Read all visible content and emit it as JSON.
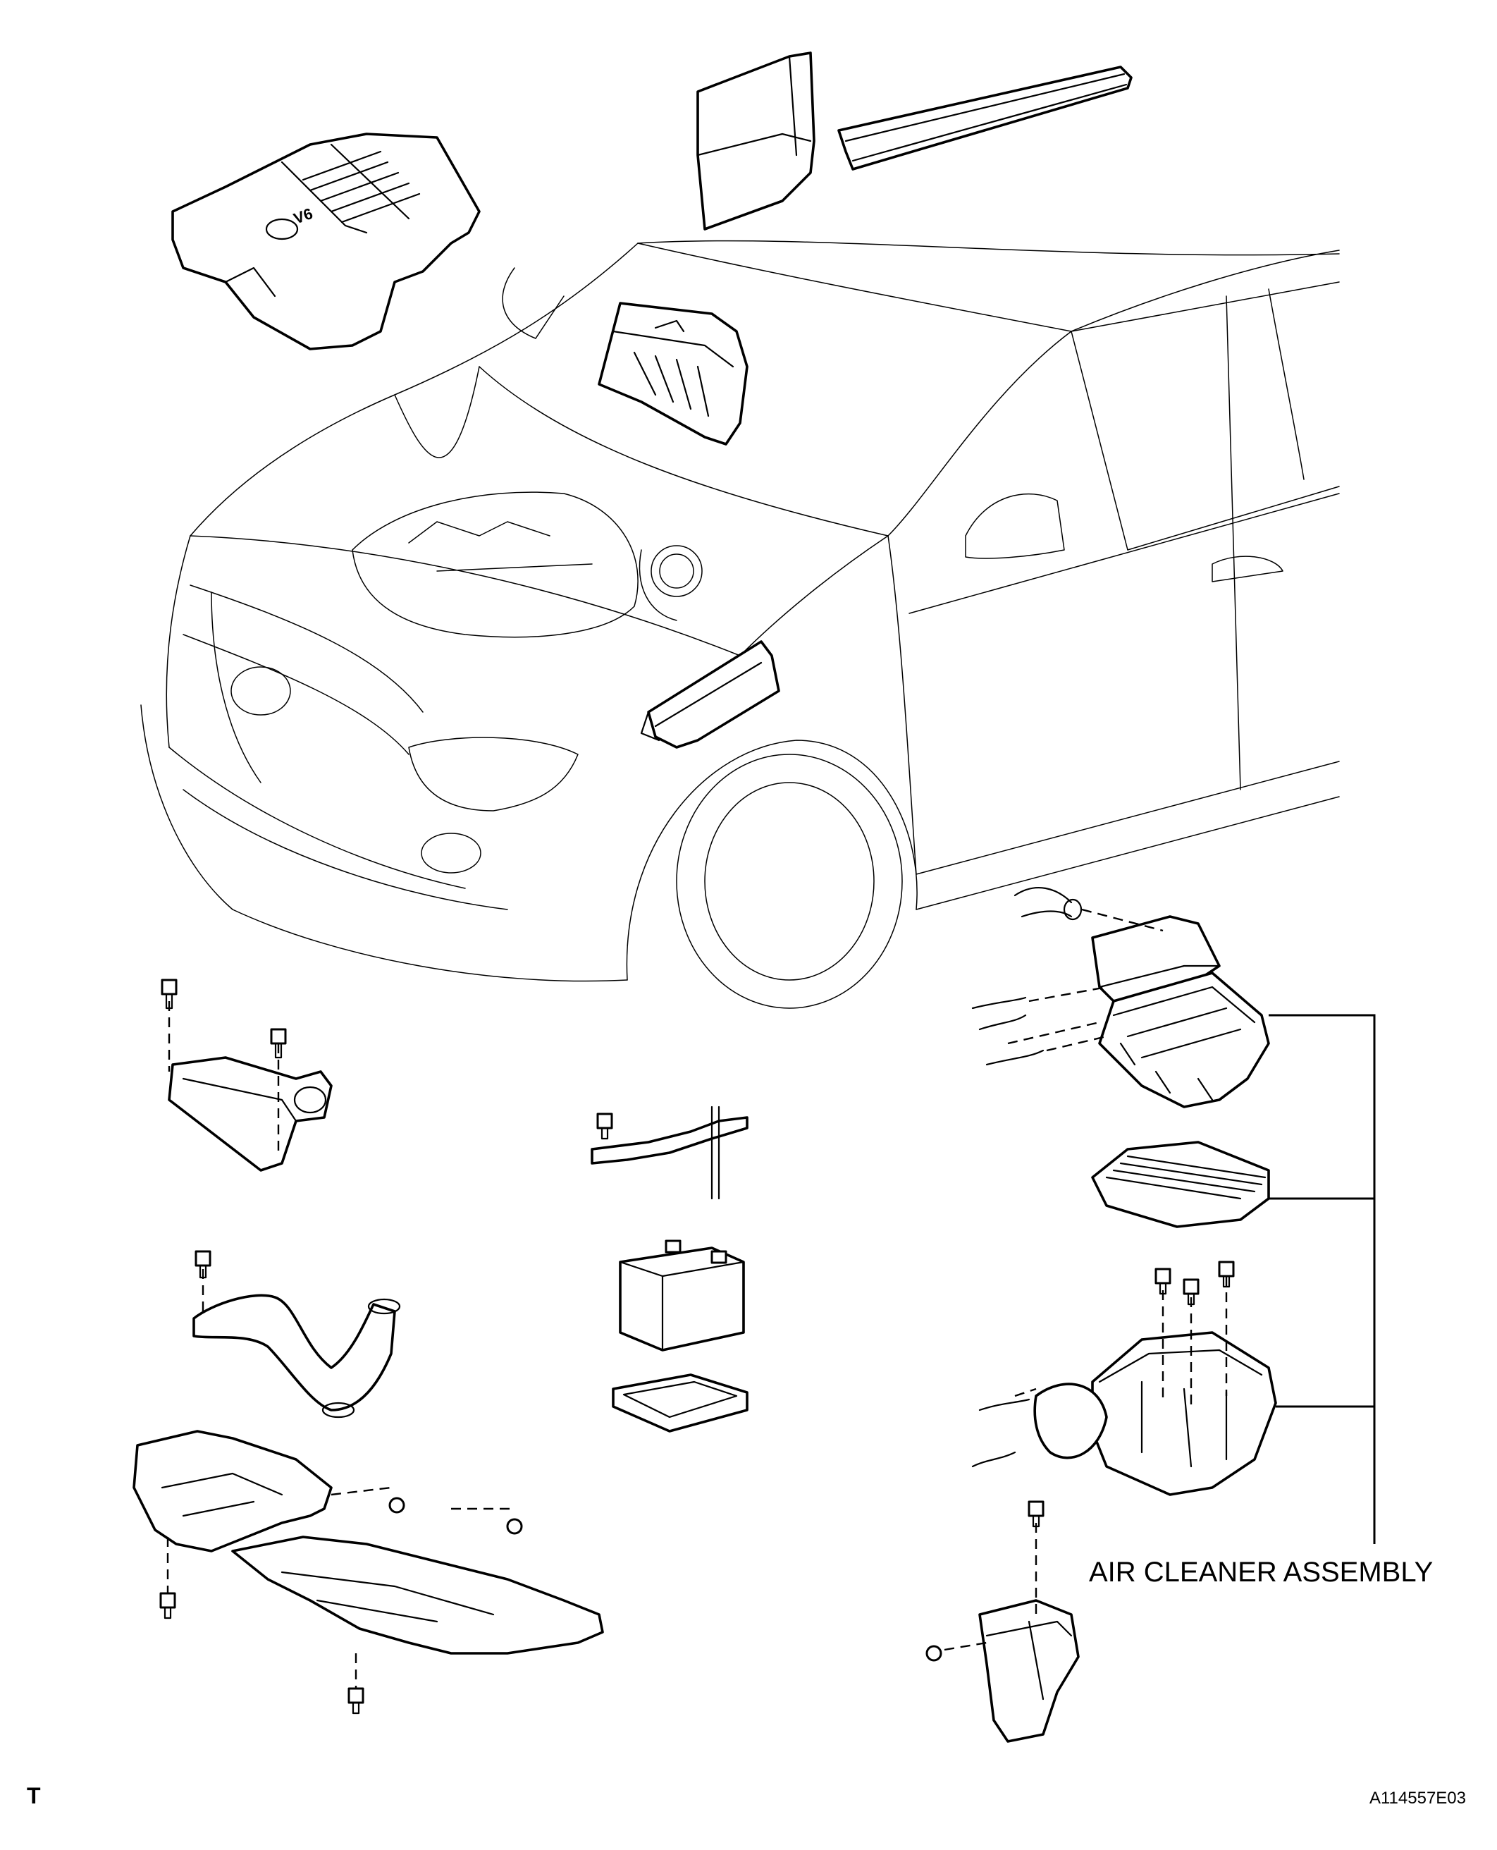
{
  "diagram": {
    "callouts": {
      "air_cleaner_assembly": "AIR CLEANER ASSEMBLY"
    },
    "engine_cover_emblem": "V6",
    "corner_mark": "T",
    "figure_id": "A114557E03"
  }
}
